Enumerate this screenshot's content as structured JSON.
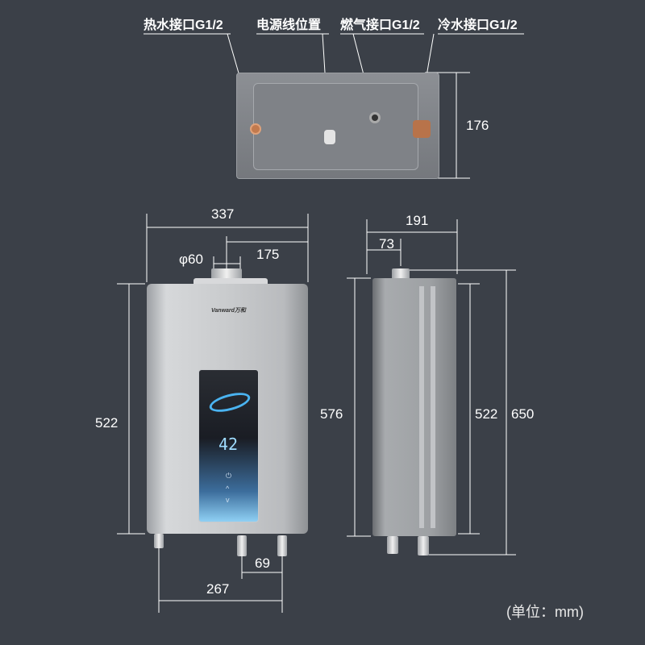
{
  "callouts": {
    "hot_water": "热水接口G1/2",
    "power_cord": "电源线位置",
    "gas": "燃气接口G1/2",
    "cold_water": "冷水接口G1/2"
  },
  "product": {
    "brand_logo": "Vanward万和",
    "display_temp": "42"
  },
  "dimensions": {
    "bottom_depth": "176",
    "width": "337",
    "flue_diameter": "φ60",
    "flue_offset": "175",
    "body_height_front": "522",
    "pipe_spacing": "69",
    "pipe_span": "267",
    "depth": "191",
    "flue_depth_offset": "73",
    "side_height": "576",
    "body_height_side": "522",
    "total_height": "650"
  },
  "unit_note": "(单位：mm)"
}
